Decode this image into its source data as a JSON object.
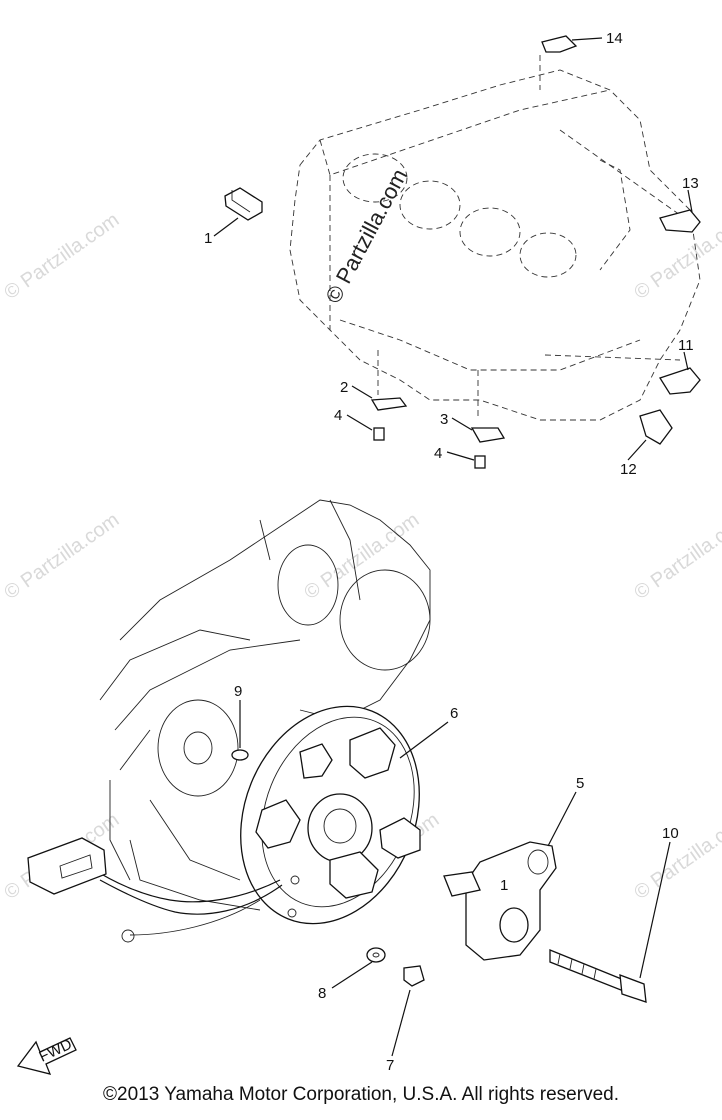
{
  "watermark": {
    "center_text": "© Partzilla.com",
    "tile_text": "© Partzilla.com"
  },
  "callouts": [
    "1",
    "2",
    "3",
    "4",
    "4",
    "5",
    "6",
    "7",
    "8",
    "9",
    "10",
    "11",
    "12",
    "13",
    "14"
  ],
  "subpart_label": "1",
  "fwd_label": "FWD",
  "copyright": "©2013  Yamaha Motor Corporation, U.S.A. All rights reserved."
}
